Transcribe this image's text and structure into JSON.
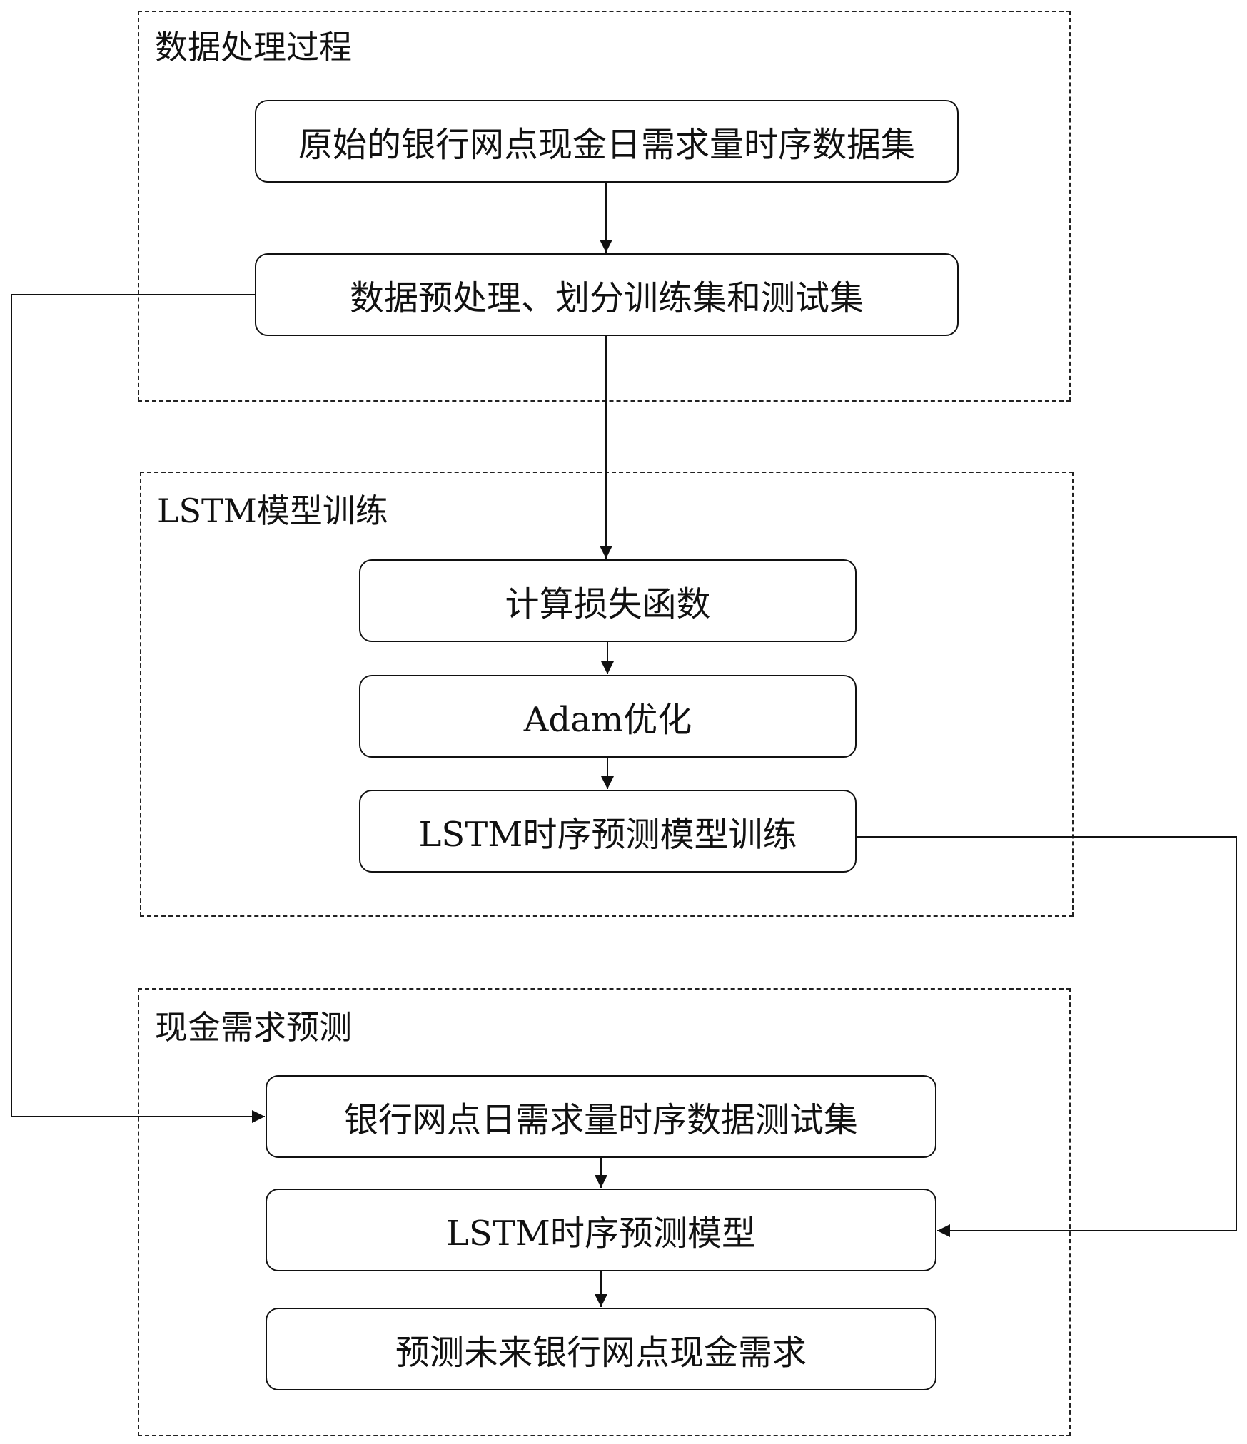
{
  "groups": {
    "data_processing": {
      "title": "数据处理过程",
      "steps": [
        "原始的银行网点现金日需求量时序数据集",
        "数据预处理、划分训练集和测试集"
      ]
    },
    "lstm_training": {
      "title": "LSTM模型训练",
      "steps": [
        "计算损失函数",
        "Adam优化",
        "LSTM时序预测模型训练"
      ]
    },
    "cash_forecast": {
      "title": "现金需求预测",
      "steps": [
        "银行网点日需求量时序数据测试集",
        "LSTM时序预测模型",
        "预测未来银行网点现金需求"
      ]
    }
  }
}
